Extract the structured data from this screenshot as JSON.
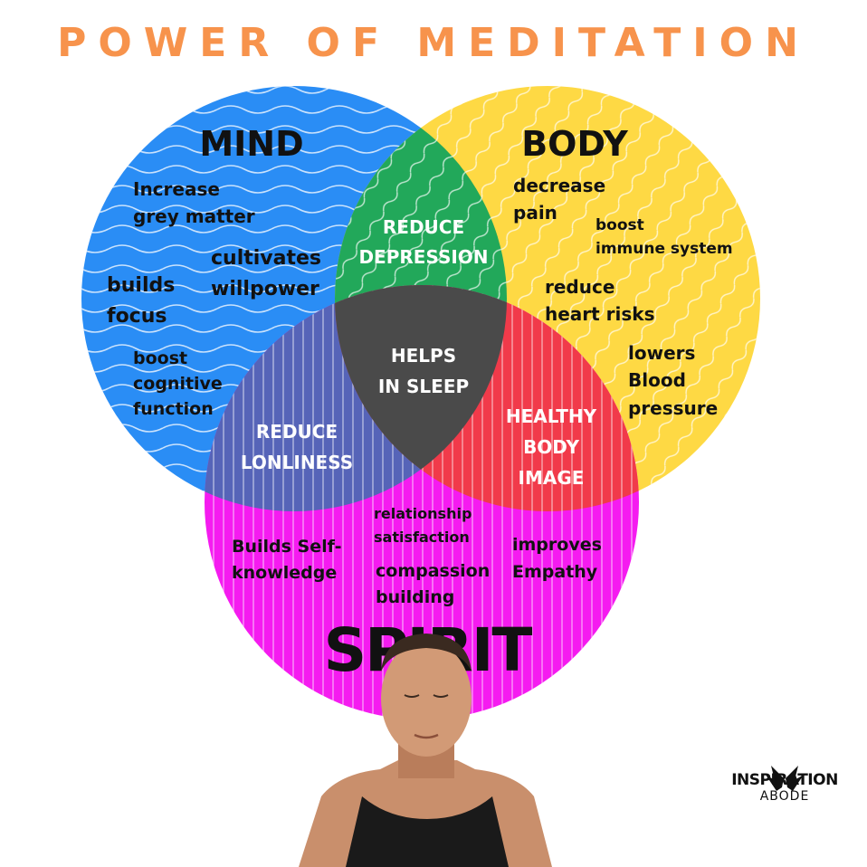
{
  "title": "POWER OF MEDITATION",
  "circles": {
    "mind": {
      "label": "MIND",
      "color": "#2a8df5"
    },
    "body": {
      "label": "BODY",
      "color": "#fed944"
    },
    "spirit": {
      "label": "SPIRIT",
      "color": "#f51bf0"
    }
  },
  "mind_items": {
    "item1": [
      "Increase",
      "grey matter"
    ],
    "item2": [
      "cultivates",
      "willpower"
    ],
    "item3": [
      "builds",
      "focus"
    ],
    "item4": [
      "boost",
      "cognitive",
      "function"
    ]
  },
  "body_items": {
    "item1": [
      "decrease",
      "pain"
    ],
    "item2": [
      "boost",
      "immune system"
    ],
    "item3": [
      "reduce",
      "heart risks"
    ],
    "item4": [
      "lowers",
      "Blood",
      "pressure"
    ]
  },
  "spirit_items": {
    "item1": [
      "Builds Self-",
      "knowledge"
    ],
    "item2": [
      "relationship",
      "satisfaction"
    ],
    "item3": [
      "compassion",
      "building"
    ],
    "item4": [
      "improves",
      "Empathy"
    ]
  },
  "overlaps": {
    "mind_body": {
      "lines": [
        "REDUCE",
        "DEPRESSION"
      ],
      "color": "#22a85a"
    },
    "mind_spirit": {
      "lines": [
        "REDUCE",
        "LONLINESS"
      ],
      "color": "#5664b8"
    },
    "body_spirit": {
      "lines": [
        "HEALTHY",
        "BODY",
        "IMAGE"
      ],
      "color": "#f13a4a"
    },
    "center": {
      "lines": [
        "HELPS",
        "IN SLEEP"
      ],
      "color": "#4a4a4a"
    }
  },
  "logo": {
    "line1": "INSPIRATION",
    "line2": "ABODE"
  },
  "colors": {
    "title": "#f7934c",
    "text_dark": "#111111",
    "text_light": "#ffffff"
  }
}
